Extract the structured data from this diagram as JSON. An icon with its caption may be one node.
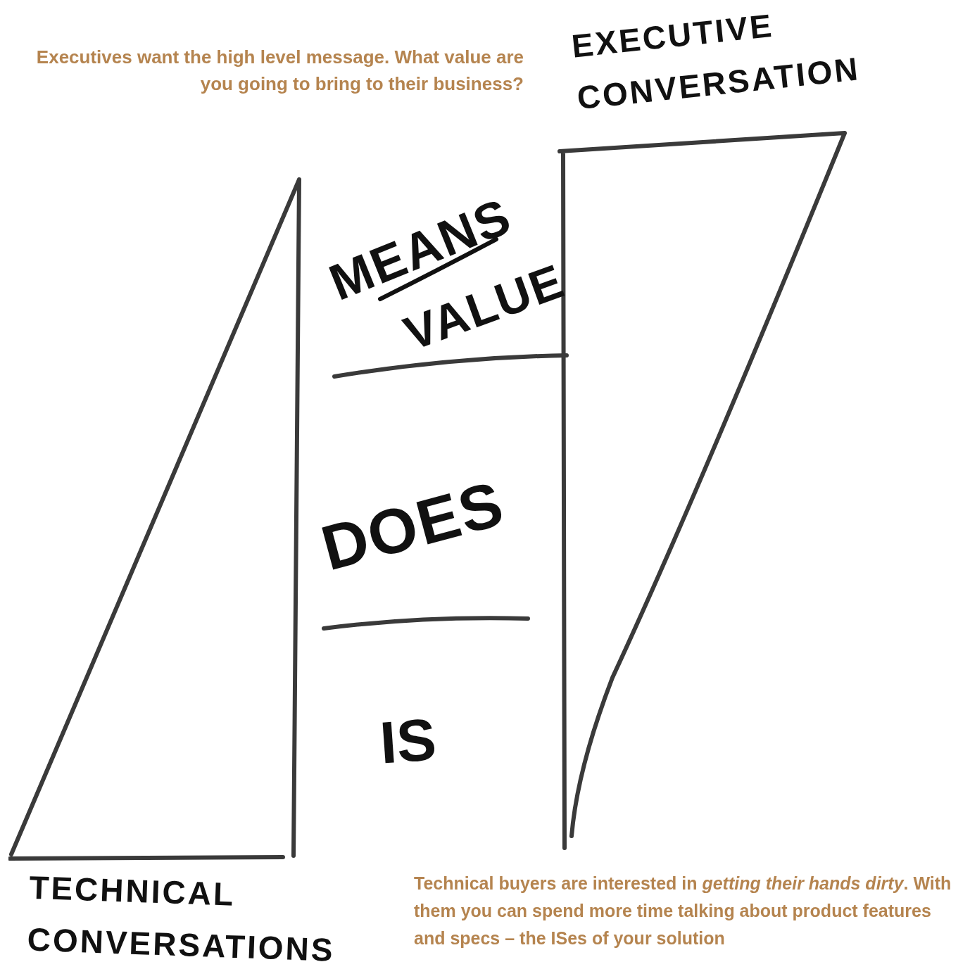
{
  "diagram": {
    "nodes": [
      {
        "text": [],
        "shape": "triangle",
        "beside": [
          "TECHNICAL CONVERSATIONS"
        ]
      },
      {
        "text": [],
        "shape": "trapezoid",
        "beside": [
          "EXECUTIVE CONVERSATION"
        ]
      }
    ],
    "labels": [
      "Executives want the high level message. What value are you going to bring to their business?",
      "MEANS",
      "VALUE",
      "DOES",
      "IS",
      "Technical buyers are interested in *getting their hands dirty*. With them you can spend more time talking about product features and specs – the ISes of your solution"
    ]
  }
}
